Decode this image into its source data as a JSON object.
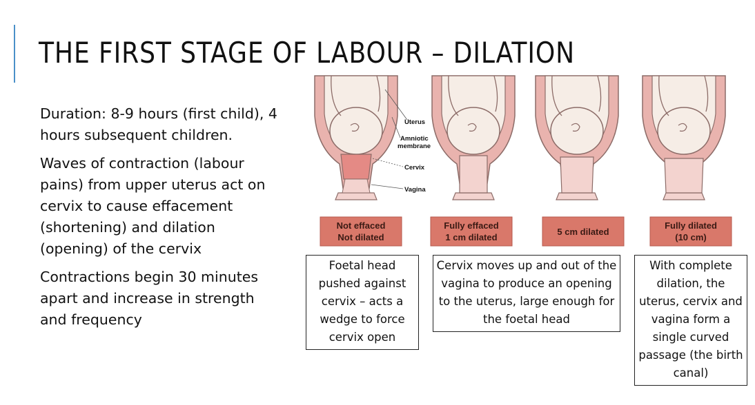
{
  "slide": {
    "title": "THE FIRST STAGE OF LABOUR – DILATION",
    "bullets": [
      "Duration: 8-9 hours (first child), 4 hours subsequent children.",
      "Waves of contraction (labour pains) from upper uterus act on cervix to cause effacement (shortening) and dilation (opening) of the cervix",
      "Contractions begin 30 minutes apart and increase in strength and frequency"
    ]
  },
  "diagram": {
    "anatomy_labels": {
      "uterus": "Uterus",
      "amniotic_line1": "Amniotic",
      "amniotic_line2": "membrane",
      "cervix": "Cervix",
      "vagina": "Vagina"
    },
    "stages": [
      {
        "line1": "Not effaced",
        "line2": "Not dilated"
      },
      {
        "line1": "Fully effaced",
        "line2": "1 cm dilated"
      },
      {
        "line1": "5 cm dilated",
        "line2": ""
      },
      {
        "line1": "Fully dilated",
        "line2": "(10 cm)"
      }
    ],
    "colors": {
      "label_bg": "#d9786a",
      "tissue": "#e9b3ae",
      "tissue_light": "#f3d3cf",
      "outline": "#8c6c68",
      "head": "#f6ede6"
    }
  },
  "captions": [
    "Foetal head pushed against cervix – acts a wedge to force cervix open",
    "Cervix moves up and out of the vagina to produce an opening to the uterus, large enough for the foetal head",
    "With complete dilation, the uterus, cervix and vagina form a single curved passage (the birth canal)"
  ]
}
